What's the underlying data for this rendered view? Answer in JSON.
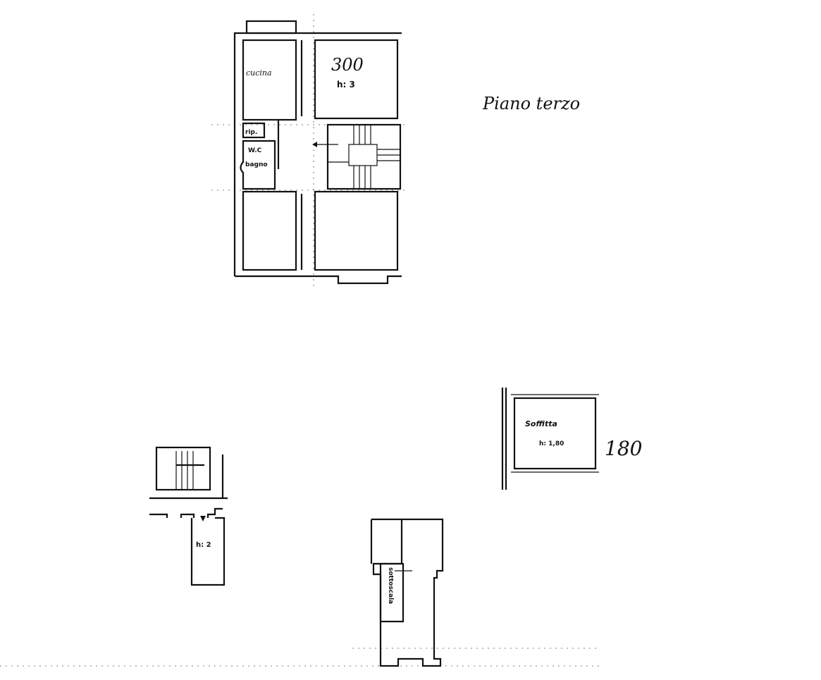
{
  "title": "Piano terzo",
  "main_plan": {
    "rooms": {
      "kitchen": "cucina",
      "storage": "rip.",
      "wc": "W.C",
      "bathroom": "bagno"
    },
    "annotation_value": "300",
    "height_label": "h: 3"
  },
  "attic": {
    "label": "Soffitta",
    "height_label": "h: 1,80",
    "annotation_value": "180"
  },
  "cellar": {
    "height_label": "h: 2"
  },
  "understairs": {
    "label": "sottoscala"
  }
}
